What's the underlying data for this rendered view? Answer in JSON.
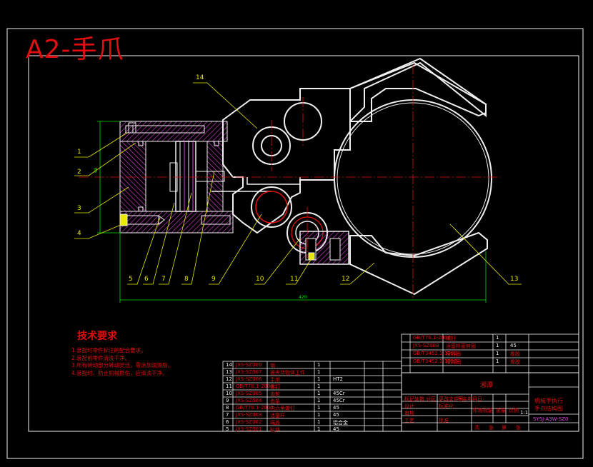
{
  "sheet_title": "A2-手爪",
  "tech_requirements": {
    "heading": "技术要求",
    "items": [
      "1.装配时零件标注的配合要求。",
      "2.装配前零件清洗干净。",
      "3.所有转动部分转动灵活，需涂加润滑脂。",
      "4.装配时，防止机械损伤，应清洗干净。"
    ]
  },
  "balloons": [
    "1",
    "2",
    "3",
    "4",
    "5",
    "6",
    "7",
    "8",
    "9",
    "10",
    "11",
    "12",
    "13",
    "14"
  ],
  "title_block": {
    "company": "湘潭",
    "drawing_name_1": "机械手执行",
    "drawing_name_2": "手爪结构图",
    "drawing_number": "SYSJ-A3W-SZ0",
    "scale": "1:1",
    "labels": [
      "标记",
      "处数",
      "分区",
      "更改文件号",
      "签名",
      "年月日",
      "设计",
      "标准化",
      "阶段标记",
      "重量",
      "比例",
      "审核",
      "工艺",
      "批准",
      "共",
      "张",
      "第",
      "张"
    ]
  },
  "bom_upper": [
    {
      "no": "",
      "code": "GB/T70.1-2000",
      "name": "螺钉",
      "qty": "1",
      "material": ""
    },
    {
      "no": "",
      "code": "JXS-SZ008",
      "name": "活塞杆密封圈",
      "qty": "1",
      "material": "45"
    },
    {
      "no": "",
      "code": "GB/T3452.1-1992",
      "name": "密封圈",
      "qty": "1",
      "material": "橡胶"
    },
    {
      "no": "",
      "code": "GB/T3452.1-1992",
      "name": "密封圈",
      "qty": "1",
      "material": "橡胶"
    },
    {
      "no": "",
      "code": "",
      "name": "",
      "qty": "",
      "material": ""
    }
  ],
  "bom_lower": [
    {
      "no": "14",
      "code": "JXS-SZ009",
      "name": "销",
      "qty": "1",
      "material": ""
    },
    {
      "no": "13",
      "code": "JXS-SZ007",
      "name": "被夹持物体工件",
      "qty": "1",
      "material": ""
    },
    {
      "no": "12",
      "code": "JXS-SZ006",
      "name": "手爪",
      "qty": "1",
      "material": "HT2"
    },
    {
      "no": "11",
      "code": "GB/T70.1-2000",
      "name": "螺钉",
      "qty": "1",
      "material": ""
    },
    {
      "no": "10",
      "code": "JXS-SZ005",
      "name": "齿轮",
      "qty": "1",
      "material": "45Cr"
    },
    {
      "no": "9",
      "code": "JXS-SZ004",
      "name": "齿条",
      "qty": "1",
      "material": "45Cr"
    },
    {
      "no": "8",
      "code": "GB/T70.1-2000",
      "name": "内六角螺钉",
      "qty": "1",
      "material": "45"
    },
    {
      "no": "7",
      "code": "JXS-SZ003",
      "name": "活塞杆",
      "qty": "1",
      "material": "45"
    },
    {
      "no": "6",
      "code": "JXS-SZ002",
      "name": "端盖",
      "qty": "1",
      "material": "铝合金"
    },
    {
      "no": "5",
      "code": "JXS-SZ001",
      "name": "缸体",
      "qty": "1",
      "material": "45"
    }
  ],
  "colors": {
    "outline": "#f0f0f0",
    "center_line": "#e01010",
    "dimension": "#00e000",
    "hatch": "#e040e0",
    "leader": "#e8e800",
    "title_red": "#e01010"
  }
}
